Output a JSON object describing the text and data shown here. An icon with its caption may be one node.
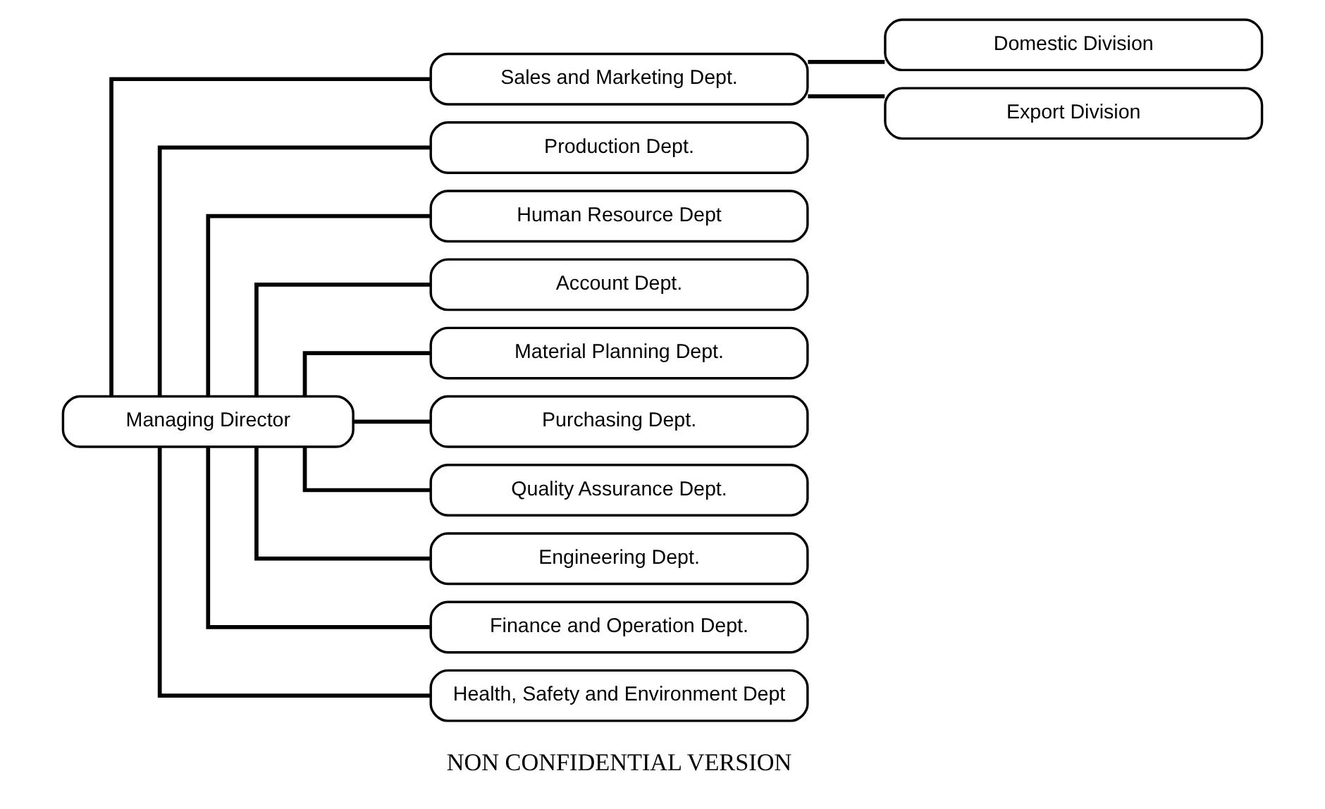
{
  "diagram": {
    "nodes": [
      {
        "text": [
          "Managing Director"
        ]
      },
      {
        "text": [
          "Sales and Marketing Dept."
        ]
      },
      {
        "text": [
          "Domestic Division"
        ]
      },
      {
        "text": [
          "Export Division"
        ]
      },
      {
        "text": [
          "Production Dept."
        ]
      },
      {
        "text": [
          "Human Resource Dept"
        ]
      },
      {
        "text": [
          "Account Dept."
        ]
      },
      {
        "text": [
          "Material Planning Dept."
        ]
      },
      {
        "text": [
          "Purchasing Dept."
        ]
      },
      {
        "text": [
          "Quality Assurance Dept."
        ]
      },
      {
        "text": [
          "Engineering Dept."
        ]
      },
      {
        "text": [
          "Finance and Operation Dept."
        ]
      },
      {
        "text": [
          "Health, Safety and Environment Dept"
        ]
      }
    ],
    "edges": [
      {
        "from": 0,
        "to": 1,
        "arrow": "none"
      },
      {
        "from": 1,
        "to": 2,
        "arrow": "none"
      },
      {
        "from": 1,
        "to": 3,
        "arrow": "none"
      },
      {
        "from": 0,
        "to": 4,
        "arrow": "none"
      },
      {
        "from": 0,
        "to": 5,
        "arrow": "none"
      },
      {
        "from": 0,
        "to": 6,
        "arrow": "none"
      },
      {
        "from": 0,
        "to": 7,
        "arrow": "none"
      },
      {
        "from": 0,
        "to": 8,
        "arrow": "none"
      },
      {
        "from": 0,
        "to": 9,
        "arrow": "none"
      },
      {
        "from": 0,
        "to": 10,
        "arrow": "none"
      },
      {
        "from": 0,
        "to": 11,
        "arrow": "none"
      },
      {
        "from": 0,
        "to": 12,
        "arrow": "none"
      }
    ],
    "labels": [
      "NON CONFIDENTIAL VERSION"
    ]
  }
}
